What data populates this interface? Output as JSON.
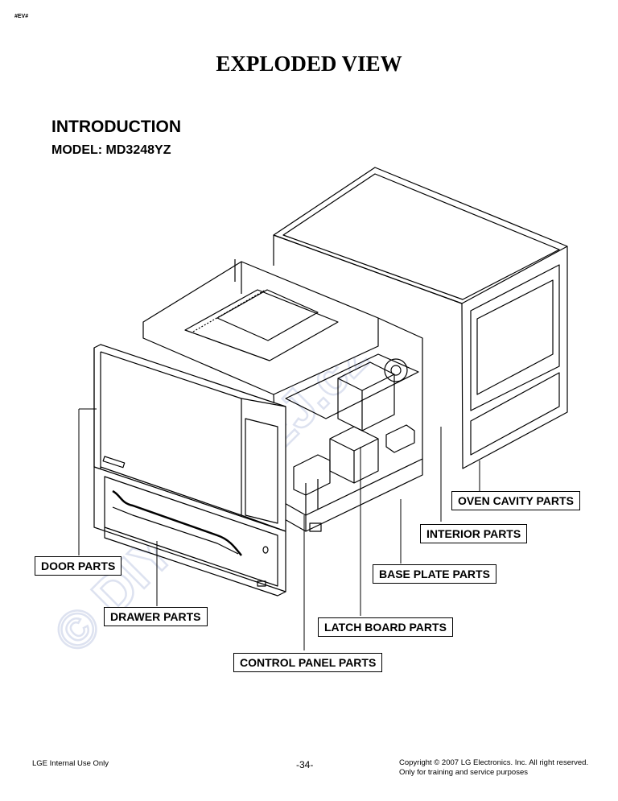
{
  "header": {
    "tag": "#EV#",
    "title": "EXPLODED VIEW",
    "section": "INTRODUCTION",
    "model": "MODEL: MD3248YZ"
  },
  "watermark": {
    "text": "© DIY-MOREJ.cz",
    "color": "#e4e7f3"
  },
  "callouts": {
    "oven_cavity": "OVEN CAVITY PARTS",
    "interior": "INTERIOR PARTS",
    "door": "DOOR PARTS",
    "base_plate": "BASE PLATE PARTS",
    "drawer": "DRAWER PARTS",
    "latch_board": "LATCH BOARD PARTS",
    "control_panel": "CONTROL PANEL PARTS"
  },
  "footer": {
    "left": "LGE Internal Use Only",
    "page": "-34-",
    "copyright": "Copyright © 2007 LG Electronics. Inc. All right reserved.",
    "purpose": "Only for training and service purposes"
  }
}
